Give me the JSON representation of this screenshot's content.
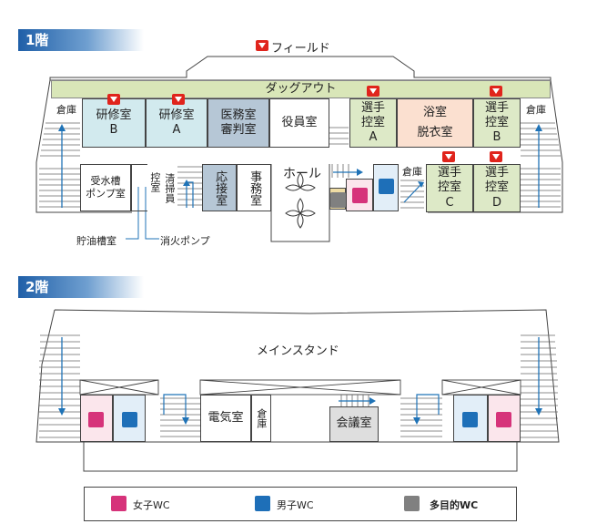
{
  "floors": {
    "f1_label": "1階",
    "f2_label": "2階"
  },
  "f1": {
    "field": "フィールド",
    "dugout": "ダッグアウト",
    "kensyu_b": [
      "研修室",
      "B"
    ],
    "kensyu_a": [
      "研修室",
      "A"
    ],
    "imu": [
      "医務室",
      "審判室"
    ],
    "yakuin": "役員室",
    "senshu_a": [
      "選手",
      "控室",
      "A"
    ],
    "yokushitsu": [
      "浴室",
      "脱衣室"
    ],
    "senshu_b": [
      "選手",
      "控室",
      "B"
    ],
    "senshu_c": [
      "選手",
      "控室",
      "C"
    ],
    "senshu_d": [
      "選手",
      "控室",
      "D"
    ],
    "souko_left": "倉庫",
    "souko_right": "倉庫",
    "souko_mid": "倉庫",
    "jusuisou": [
      "受水槽",
      "ポンプ室"
    ],
    "hikae": "控室",
    "seisouin": "清掃員",
    "ousetsu": "応接室",
    "jimu": "事務室",
    "hall": "ホール",
    "chiyu": "貯油槽室",
    "shouka": "消火ポンプ"
  },
  "f2": {
    "stand": "メインスタンド",
    "denki": "電気室",
    "souko": "倉庫",
    "kaigi": "会議室"
  },
  "legend": {
    "female": "女子WC",
    "male": "男子WC",
    "multi": "多目的WC"
  },
  "colors": {
    "dugout": "#d9e6b8",
    "kensyu": "#d2eaee",
    "imu": "#b6c7d6",
    "senshu": "#dde9c7",
    "yoku": "#fbe0d0",
    "female_wc": "#d6337a",
    "male_wc": "#1e6fb8",
    "multi_wc": "#808080"
  }
}
